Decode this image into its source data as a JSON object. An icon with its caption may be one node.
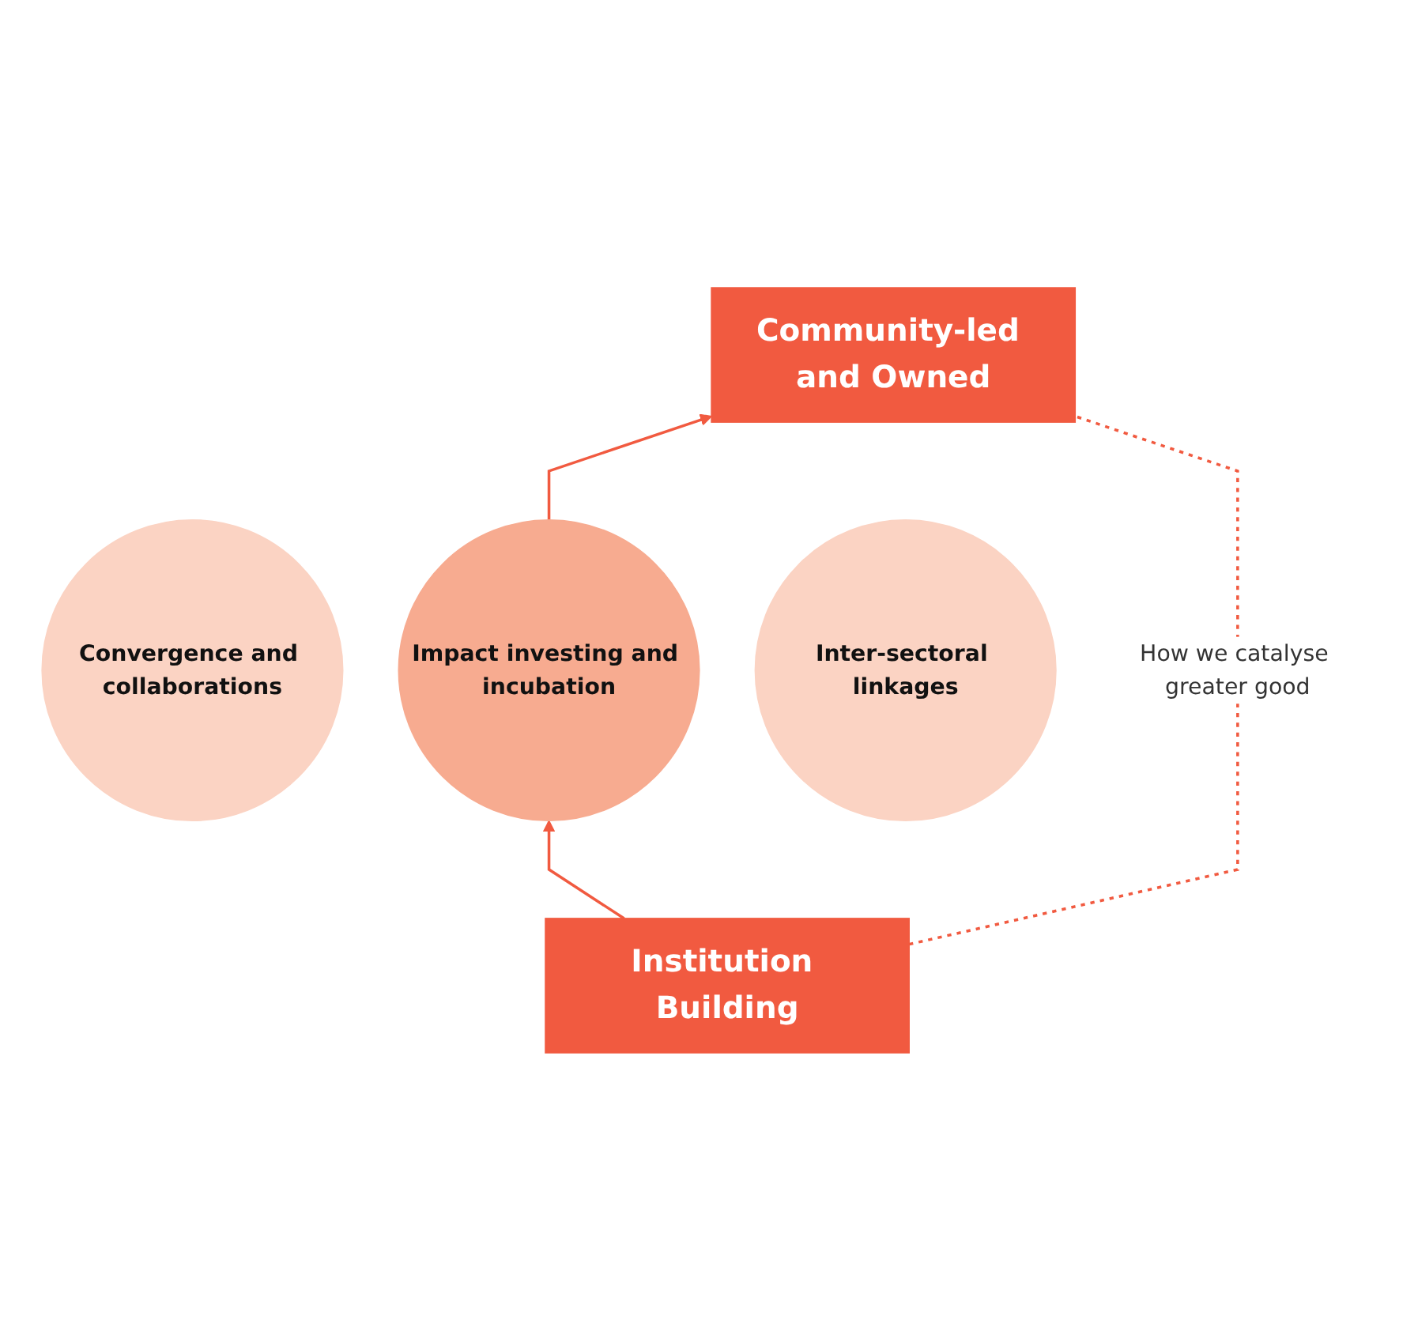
{
  "diagram": {
    "nodes": [
      {
        "text": [
          "Community-led and Owned"
        ]
      },
      {
        "text": [
          "Convergence and collaborations"
        ]
      },
      {
        "text": [
          "Impact investing and incubation"
        ]
      },
      {
        "text": [
          "Inter-sectoral linkages"
        ]
      },
      {
        "text": [
          "Institution Building"
        ]
      }
    ],
    "edges": [
      {
        "from": 2,
        "to": 0,
        "arrow": "to"
      },
      {
        "from": 4,
        "to": 2,
        "arrow": "to"
      },
      {
        "from": 4,
        "to": 0,
        "arrow": "none",
        "style": "dashed",
        "label": "How we catalyse greater good"
      }
    ]
  }
}
